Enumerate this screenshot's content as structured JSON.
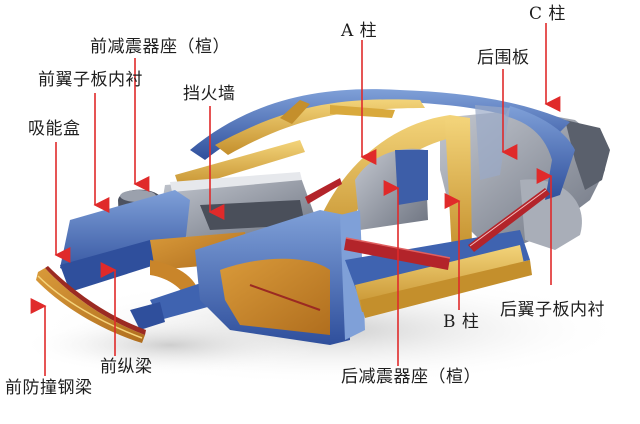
{
  "diagram": {
    "subject": "car body-in-white structure",
    "colors": {
      "background": "#ffffff",
      "arrow": "#e02a2a",
      "body_blue": "#3f63b0",
      "body_blue_light": "#7fa0d8",
      "body_gold": "#d9a93c",
      "body_gold_light": "#f0cf6f",
      "body_orange": "#c9852a",
      "body_grey": "#8d93a0",
      "reinforcement_red": "#b3242a",
      "shadow": "#d8d8d8"
    },
    "labels": [
      {
        "id": "front_shock_tower",
        "text": "前减震器座（楦）"
      },
      {
        "id": "front_fender_liner",
        "text": "前翼子板内衬"
      },
      {
        "id": "firewall",
        "text": "挡火墙"
      },
      {
        "id": "crash_box",
        "text": "吸能盒"
      },
      {
        "id": "front_rail",
        "text": "前纵梁"
      },
      {
        "id": "front_bumper_beam",
        "text": "前防撞钢梁"
      },
      {
        "id": "a_pillar",
        "text": "A 柱"
      },
      {
        "id": "rear_panel",
        "text": "后围板"
      },
      {
        "id": "c_pillar",
        "text": "C 柱"
      },
      {
        "id": "b_pillar",
        "text": "B 柱"
      },
      {
        "id": "rear_shock_tower",
        "text": "后减震器座（楦）"
      },
      {
        "id": "rear_fender_liner",
        "text": "后翼子板内衬"
      }
    ]
  }
}
